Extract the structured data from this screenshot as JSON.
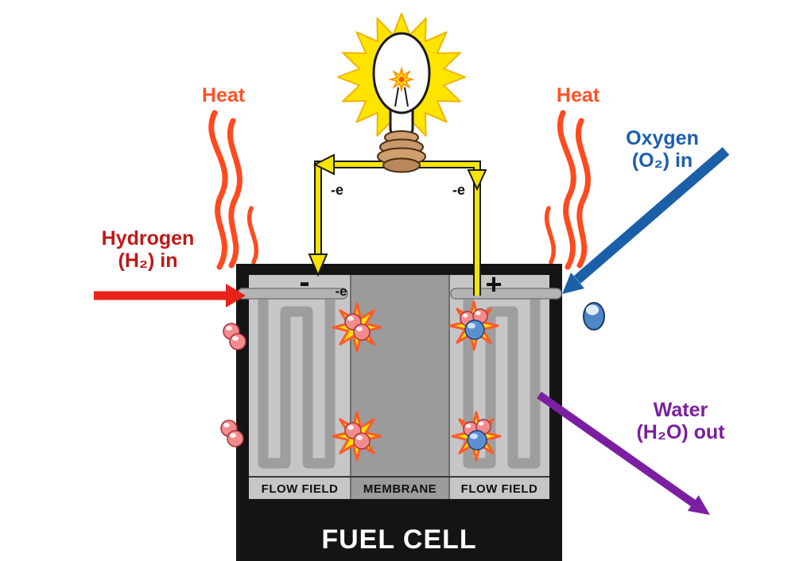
{
  "diagram": {
    "type": "fuel-cell-diagram",
    "labels": {
      "heat_left": "Heat",
      "heat_right": "Heat",
      "hydrogen_line1": "Hydrogen",
      "hydrogen_line2": "(H₂) in",
      "oxygen_line1": "Oxygen",
      "oxygen_line2": "(O₂) in",
      "water_line1": "Water",
      "water_line2": "(H₂O) out",
      "electron_wire_left": "-e",
      "electron_wire_right": "-e",
      "electron_anode": "-e",
      "terminal_negative": "-",
      "terminal_positive": "+",
      "flow_field_left": "FLOW FIELD",
      "membrane": "MEMBRANE",
      "flow_field_right": "FLOW FIELD",
      "cell_title": "FUEL CELL"
    },
    "colors": {
      "heat_text": "#ff5226",
      "heat_flame": "#ff4a1f",
      "hydrogen_text": "#c01818",
      "hydrogen_arrow": "#e8221a",
      "oxygen_text": "#1c5fae",
      "oxygen_arrow": "#1b5fa8",
      "water_text": "#7a1f9e",
      "water_arrow": "#7b1fa2",
      "wire": "#f7e400",
      "cell_frame": "#141414",
      "flow_field": "#c6c6c6",
      "membrane": "#9b9b9b",
      "hydrogen_molecule": "#f28c8c",
      "oxygen_molecule": "#4f86c6",
      "reaction_star": "#ffe400"
    }
  }
}
